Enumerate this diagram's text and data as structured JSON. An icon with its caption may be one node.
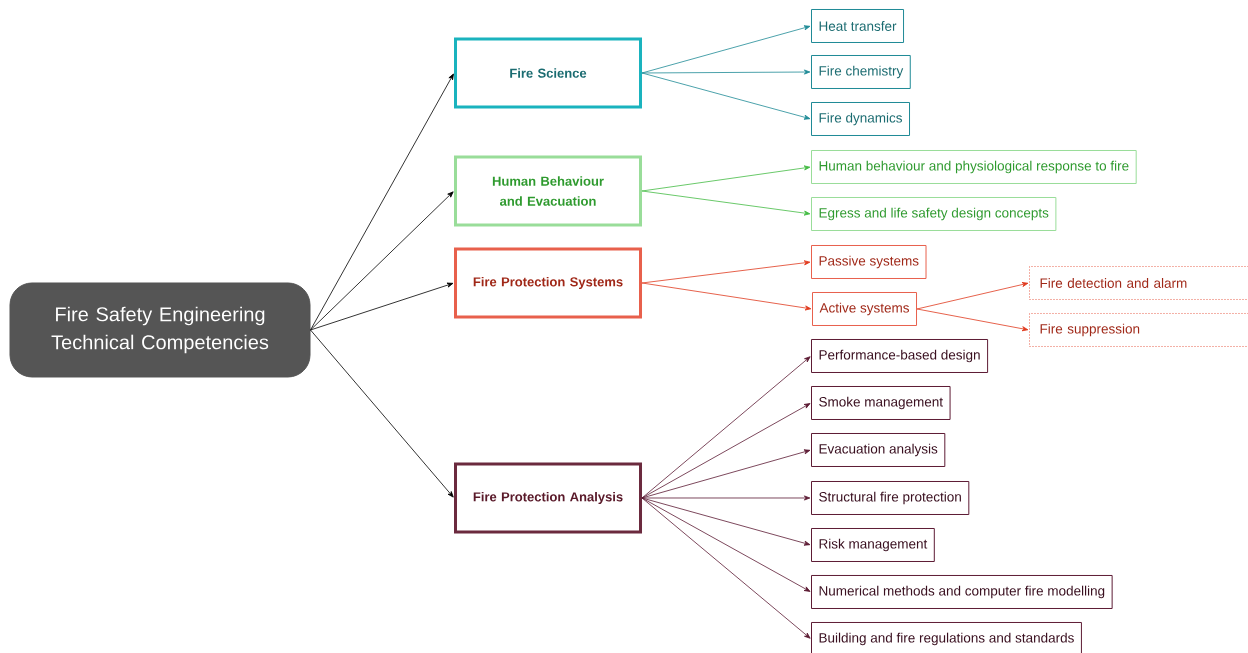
{
  "diagram": {
    "nodes": [
      {
        "text": [
          "Fire Safety Engineering Technical Competencies"
        ]
      },
      {
        "text": [
          "Fire Science"
        ]
      },
      {
        "text": [
          "Heat transfer"
        ]
      },
      {
        "text": [
          "Fire chemistry"
        ]
      },
      {
        "text": [
          "Fire dynamics"
        ]
      },
      {
        "text": [
          "Human Behaviour and Evacuation"
        ]
      },
      {
        "text": [
          "Human behaviour and physiological response to fire"
        ]
      },
      {
        "text": [
          "Egress and life safety design concepts"
        ]
      },
      {
        "text": [
          "Fire Protection Systems"
        ]
      },
      {
        "text": [
          "Passive systems"
        ]
      },
      {
        "text": [
          "Active systems"
        ]
      },
      {
        "text": [
          "Fire detection and alarm"
        ]
      },
      {
        "text": [
          "Fire suppression"
        ]
      },
      {
        "text": [
          "Fire Protection Analysis"
        ]
      },
      {
        "text": [
          "Performance-based design"
        ]
      },
      {
        "text": [
          "Smoke management"
        ]
      },
      {
        "text": [
          "Evacuation analysis"
        ]
      },
      {
        "text": [
          "Structural fire protection"
        ]
      },
      {
        "text": [
          "Risk management"
        ]
      },
      {
        "text": [
          "Numerical methods and computer fire modelling"
        ]
      },
      {
        "text": [
          "Building and fire regulations and standards"
        ]
      }
    ],
    "edges": [
      {
        "from": 0,
        "to": 1,
        "arrow": "to",
        "color": "#000000"
      },
      {
        "from": 0,
        "to": 5,
        "arrow": "to",
        "color": "#000000"
      },
      {
        "from": 0,
        "to": 8,
        "arrow": "to",
        "color": "#000000"
      },
      {
        "from": 0,
        "to": 13,
        "arrow": "to",
        "color": "#000000"
      },
      {
        "from": 1,
        "to": 2,
        "arrow": "to",
        "color": "#1e8a96"
      },
      {
        "from": 1,
        "to": 3,
        "arrow": "to",
        "color": "#1e8a96"
      },
      {
        "from": 1,
        "to": 4,
        "arrow": "to",
        "color": "#1e8a96"
      },
      {
        "from": 5,
        "to": 6,
        "arrow": "to",
        "color": "#44bb44"
      },
      {
        "from": 5,
        "to": 7,
        "arrow": "to",
        "color": "#44bb44"
      },
      {
        "from": 8,
        "to": 9,
        "arrow": "to",
        "color": "#e03a1e"
      },
      {
        "from": 8,
        "to": 10,
        "arrow": "to",
        "color": "#e03a1e"
      },
      {
        "from": 10,
        "to": 11,
        "arrow": "to",
        "color": "#e03a1e"
      },
      {
        "from": 10,
        "to": 12,
        "arrow": "to",
        "color": "#e03a1e"
      },
      {
        "from": 13,
        "to": 14,
        "arrow": "to"
      },
      {
        "from": 13,
        "to": 15,
        "arrow": "to"
      },
      {
        "from": 13,
        "to": 16,
        "arrow": "to"
      },
      {
        "from": 13,
        "to": 17,
        "arrow": "to"
      },
      {
        "from": 13,
        "to": 18,
        "arrow": "to"
      },
      {
        "from": 13,
        "to": 19,
        "arrow": "to"
      },
      {
        "from": 13,
        "to": 20,
        "arrow": "to"
      }
    ]
  }
}
